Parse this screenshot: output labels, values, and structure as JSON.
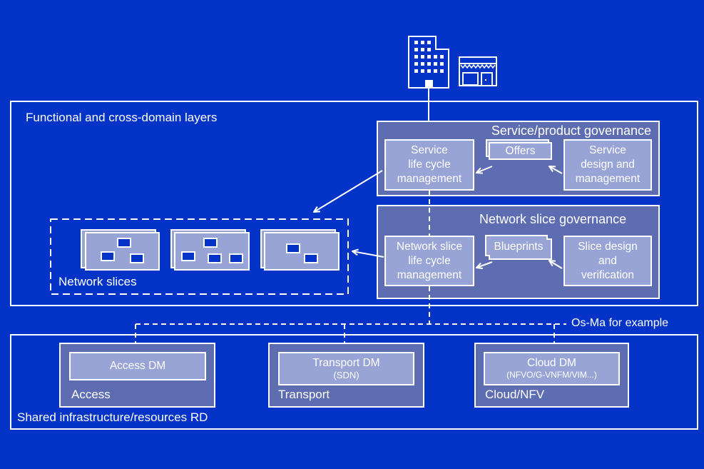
{
  "colors": {
    "background": "#0433c8",
    "panel": "#5e6db1",
    "box": "#98a4d5",
    "line": "#ffffff"
  },
  "icons": {
    "enterprise": "office-building-icon",
    "store": "storefront-icon"
  },
  "functional_layer": {
    "label": "Functional and cross-domain layers"
  },
  "service_governance": {
    "title": "Service/product governance",
    "lifecycle": "Service\nlife cycle\nmanagement",
    "offers": "Offers",
    "design": "Service\ndesign and\nmanagement"
  },
  "slice_governance": {
    "title": "Network slice governance",
    "lifecycle": "Network slice\nlife cycle\nmanagement",
    "blueprints": "Blueprints",
    "design": "Slice design\nand\nverification"
  },
  "network_slices": {
    "label": "Network slices",
    "slices": [
      {
        "function_count": 3
      },
      {
        "function_count": 4
      },
      {
        "function_count": 2
      }
    ]
  },
  "interface_label": "Os-Ma for example",
  "infrastructure": {
    "label": "Shared infrastructure/resources RD",
    "domains": [
      {
        "name": "Access",
        "manager": "Access DM",
        "manager_sub": ""
      },
      {
        "name": "Transport",
        "manager": "Transport DM",
        "manager_sub": "(SDN)"
      },
      {
        "name": "Cloud/NFV",
        "manager": "Cloud DM",
        "manager_sub": "(NFVO/G-VNFM/VIM...)"
      }
    ]
  }
}
